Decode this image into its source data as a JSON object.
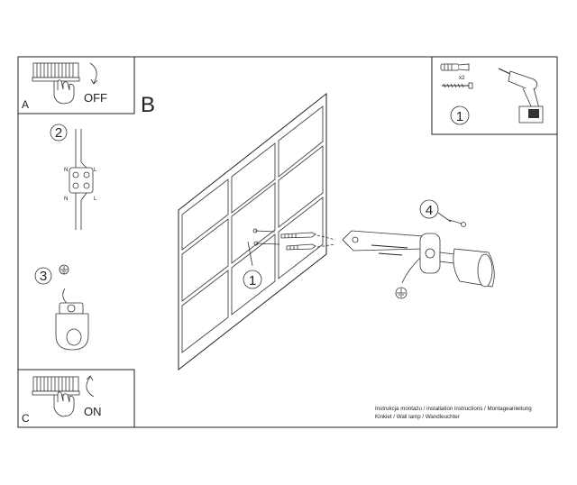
{
  "panels": {
    "a": {
      "letter": "A",
      "label": "OFF"
    },
    "c": {
      "letter": "C",
      "label": "ON"
    },
    "b": {
      "letter": "B"
    }
  },
  "steps": {
    "s1_tools": "1",
    "s2": "2",
    "s3": "3",
    "s1_wall": "1",
    "s4": "4"
  },
  "wires": {
    "n": "N",
    "l": "L"
  },
  "tools": {
    "multiplier": "x2"
  },
  "footer": {
    "line1": "Instrukcja montażu / installation instructions / Montageanleitung",
    "line2": "Kinkiet / Wall lamp / Wandleuchter"
  }
}
